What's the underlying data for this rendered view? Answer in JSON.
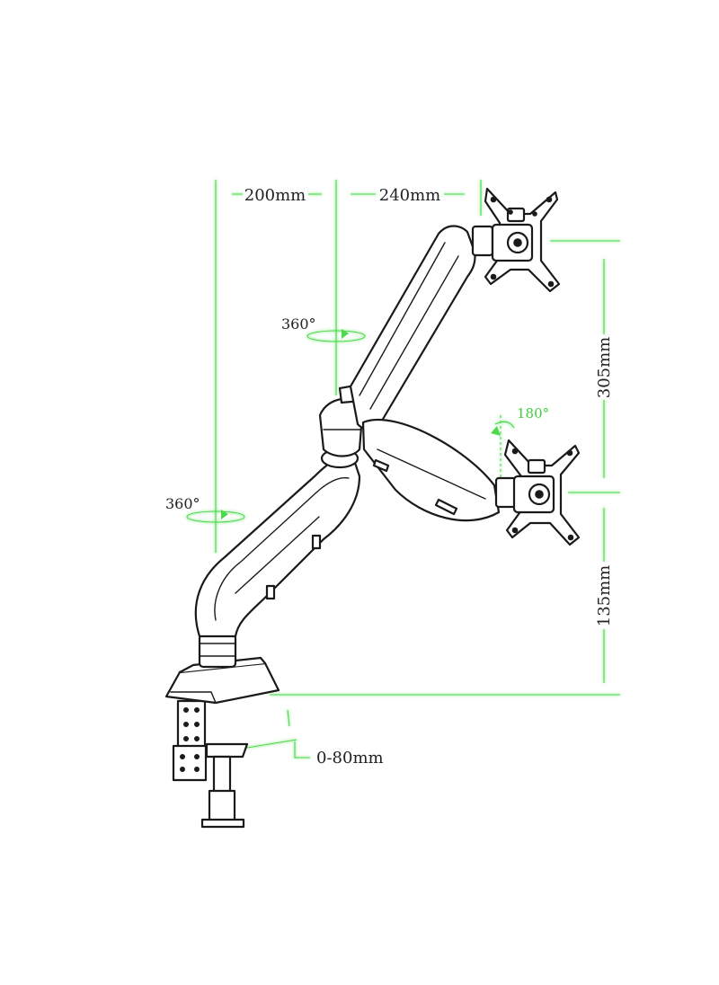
{
  "colors": {
    "dimension_line": "#4cd94c",
    "dimension_glow": "#9ff09f",
    "ink": "#1a1a1a",
    "background": "#ffffff"
  },
  "dimensions": {
    "reach_lower": "200mm",
    "reach_upper": "240mm",
    "height_upper": "305mm",
    "height_lower": "135mm",
    "clamp_range": "0-80mm"
  },
  "rotations": {
    "upper_arm": "360°",
    "lower_arm": "360°",
    "head_tilt": "180°"
  }
}
